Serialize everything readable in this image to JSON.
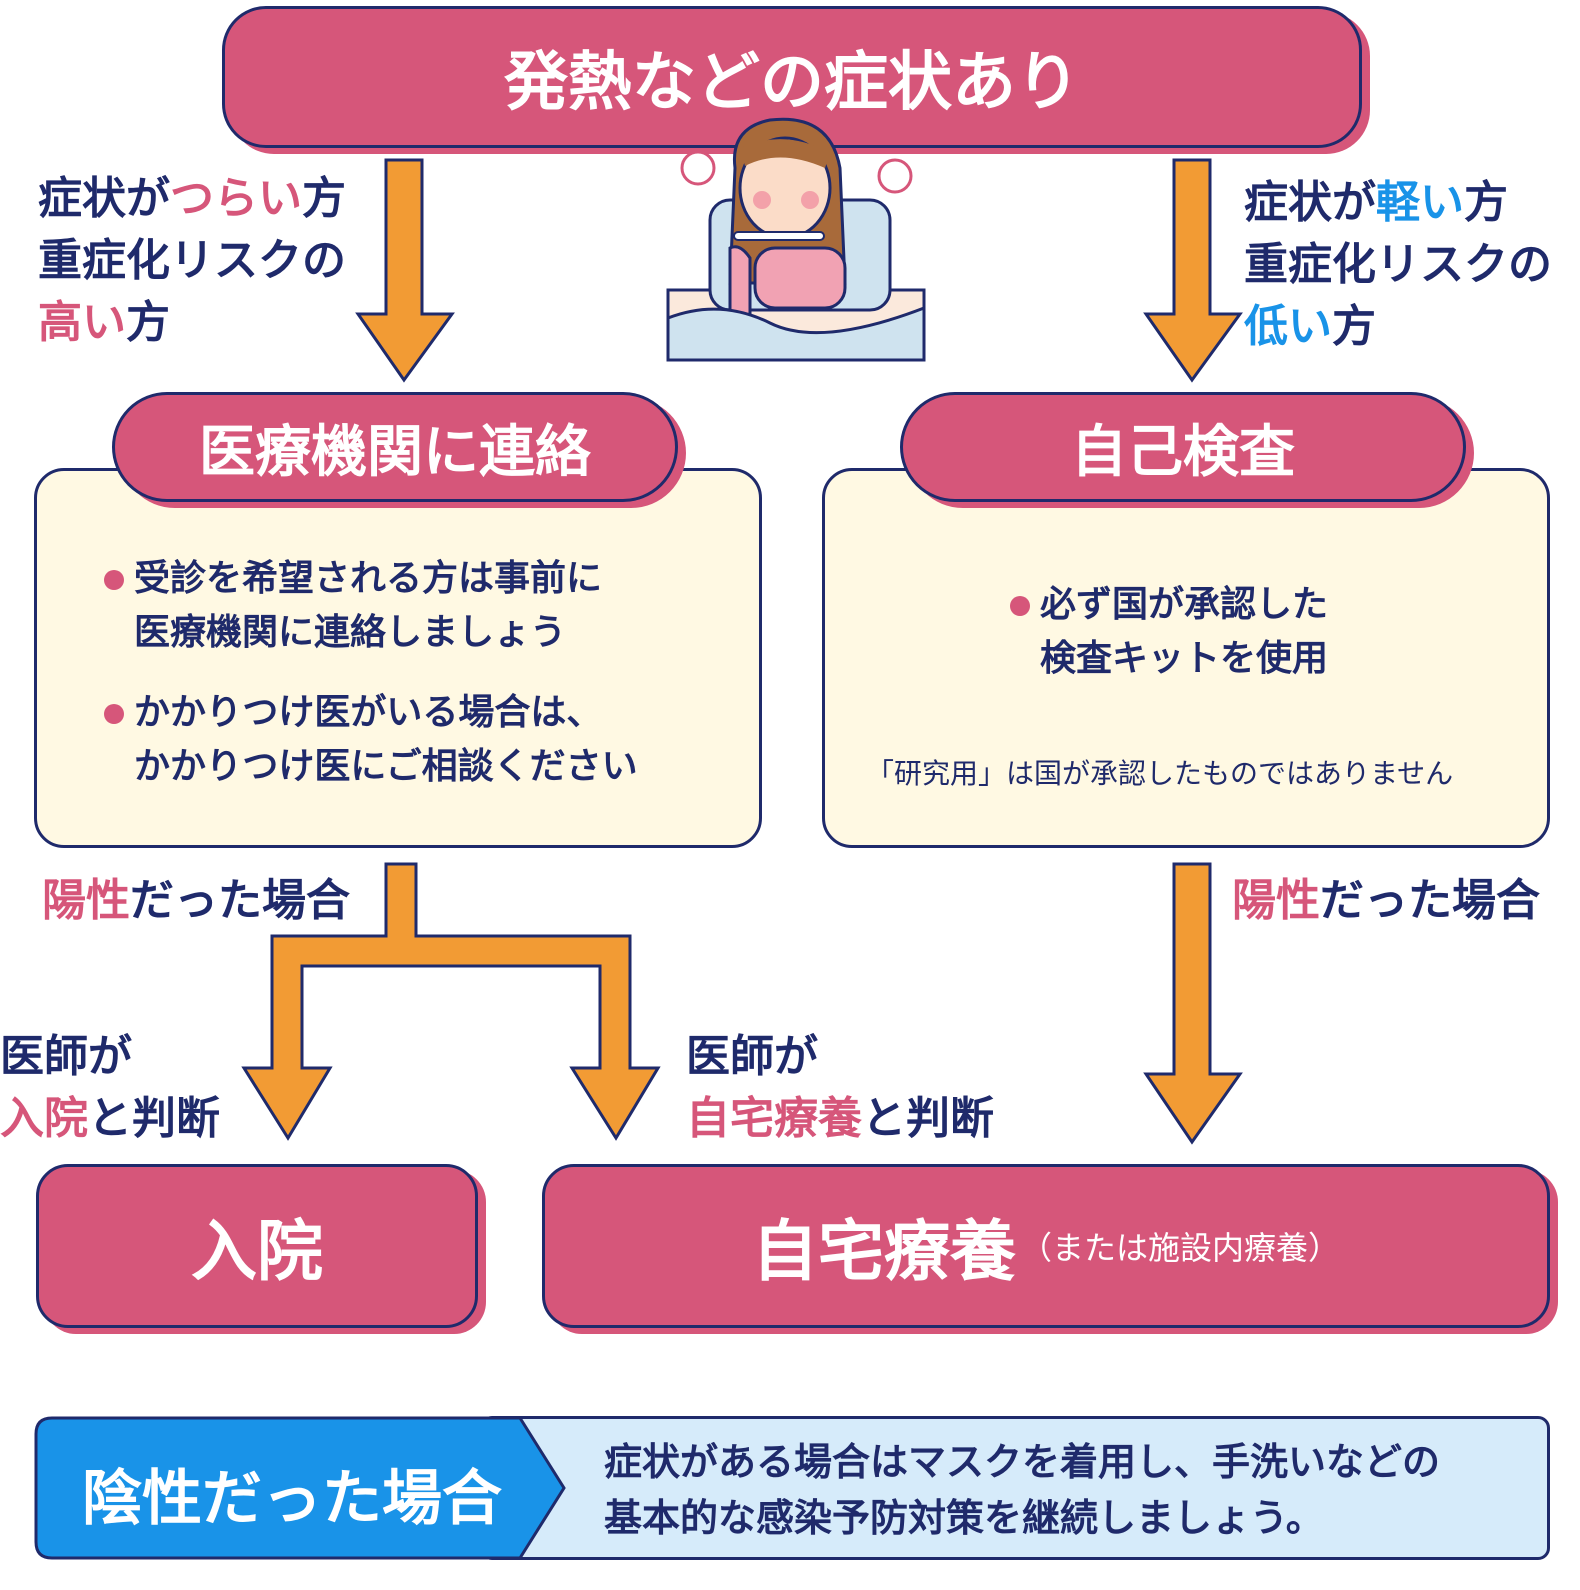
{
  "top": {
    "title": "発熱などの症状あり"
  },
  "left_cond": {
    "l1a": "症状が",
    "l1b": "つらい",
    "l1c": "方",
    "l2": "重症化リスクの",
    "l3a": "高い",
    "l3b": "方"
  },
  "right_cond": {
    "l1a": "症状が",
    "l1b": "軽い",
    "l1c": "方",
    "l2": "重症化リスクの",
    "l3a": "低い",
    "l3b": "方"
  },
  "contact": {
    "title": "医療機関に連絡",
    "b1l1": "受診を希望される方は事前に",
    "b1l2": "医療機関に連絡しましょう",
    "b2l1": "かかりつけ医がいる場合は、",
    "b2l2": "かかりつけ医にご相談ください"
  },
  "selftest": {
    "title": "自己検査",
    "b1l1": "必ず国が承認した",
    "b1l2": "検査キットを使用",
    "note": "「研究用」は国が承認したものではありません"
  },
  "positive_left": {
    "a": "陽性",
    "b": "だった場合"
  },
  "positive_right": {
    "a": "陽性",
    "b": "だった場合"
  },
  "doctor_hosp": {
    "l1": "医師が",
    "l2a": "入院",
    "l2b": "と判断"
  },
  "doctor_home": {
    "l1": "医師が",
    "l2a": "自宅療養",
    "l2b": "と判断"
  },
  "hospital": {
    "label": "入院"
  },
  "home": {
    "label": "自宅療養",
    "sub": "（または施設内療養）"
  },
  "negative": {
    "tag": "陰性だった場合",
    "l1": "症状がある場合はマスクを着用し、手洗いなどの",
    "l2": "基本的な感染予防対策を継続しましょう。"
  },
  "colors": {
    "pink": "#d6567a",
    "navy": "#1f2a6b",
    "orange": "#f29b34",
    "cream": "#fff9e3",
    "blue": "#1993e8",
    "lightblue": "#d6ebfa"
  }
}
